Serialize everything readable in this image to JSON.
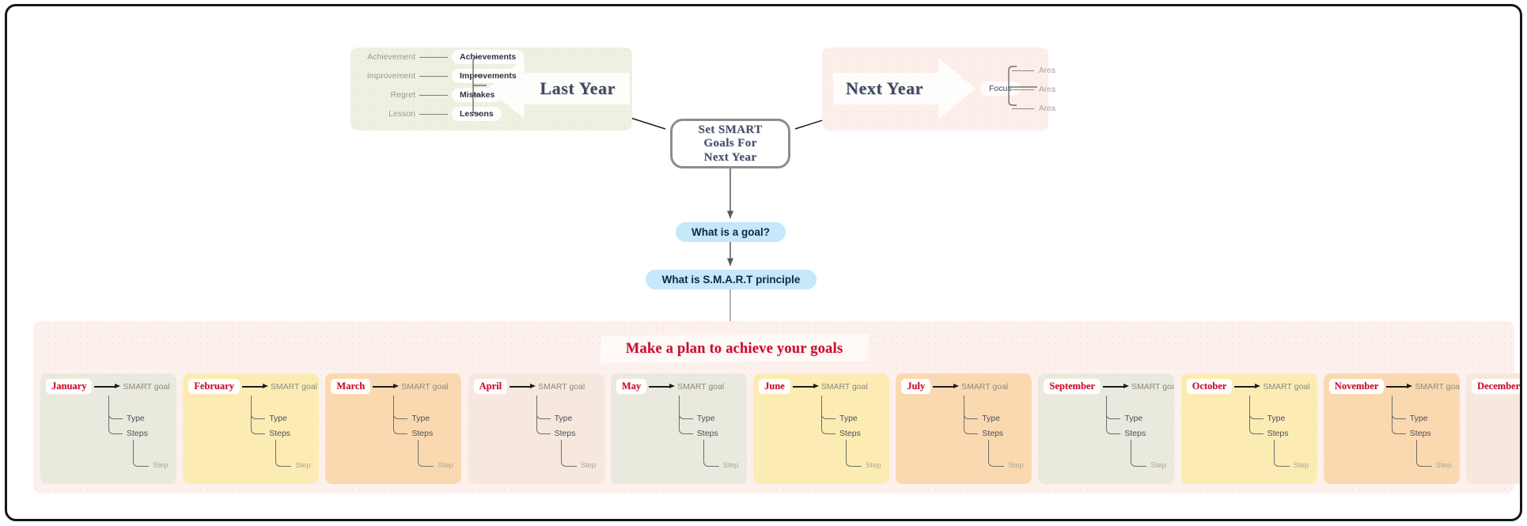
{
  "center_node": {
    "lines": [
      "Set SMART",
      "Goals For",
      "Next Year"
    ]
  },
  "last_year": {
    "title": "Last Year",
    "rows": [
      {
        "sublabel": "Achievement",
        "label": "Achievements"
      },
      {
        "sublabel": "Improvement",
        "label": "Improvements"
      },
      {
        "sublabel": "Regret",
        "label": "Mistakes"
      },
      {
        "sublabel": "Lesson",
        "label": "Lessons"
      }
    ]
  },
  "next_year": {
    "title": "Next Year",
    "focus_label": "Focus",
    "areas": [
      "Area",
      "Area",
      "Area"
    ]
  },
  "questions": [
    {
      "label": "What is a goal?"
    },
    {
      "label": "What is S.M.A.R.T principle"
    }
  ],
  "plan": {
    "banner": "Make a plan to achieve your goals",
    "node_labels": {
      "goal": "SMART goal",
      "type": "Type",
      "steps": "Steps",
      "step": "Step"
    },
    "months": [
      {
        "name": "January",
        "color": "#e9e9dd"
      },
      {
        "name": "February",
        "color": "#fcecb4"
      },
      {
        "name": "March",
        "color": "#fbd9b0"
      },
      {
        "name": "April",
        "color": "#f6e7df"
      },
      {
        "name": "May",
        "color": "#e9e9dd"
      },
      {
        "name": "June",
        "color": "#fcecb4"
      },
      {
        "name": "July",
        "color": "#fbd9b0"
      },
      {
        "name": "September",
        "color": "#e9e9dd"
      },
      {
        "name": "October",
        "color": "#fcecb4"
      },
      {
        "name": "November",
        "color": "#fbd9b0"
      },
      {
        "name": "December",
        "color": "#f6e7df"
      }
    ]
  },
  "colors": {
    "accent_red": "#c8102e",
    "pill_blue": "#c5e8fa",
    "plan_bg": "#fdf1ee",
    "lastyear_bg": "#eef0e2",
    "nextyear_bg": "#fceee9"
  }
}
